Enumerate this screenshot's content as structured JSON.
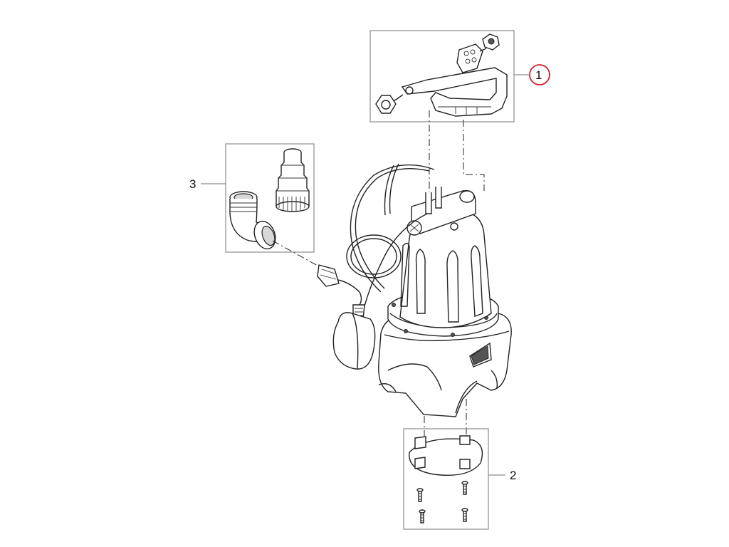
{
  "callouts": {
    "handle": "1",
    "base_plate": "2",
    "hose_fittings": "3"
  },
  "colors": {
    "highlight_circle": "#d0202a",
    "frame_gray": "#8c8c8c",
    "line": "#222222"
  }
}
